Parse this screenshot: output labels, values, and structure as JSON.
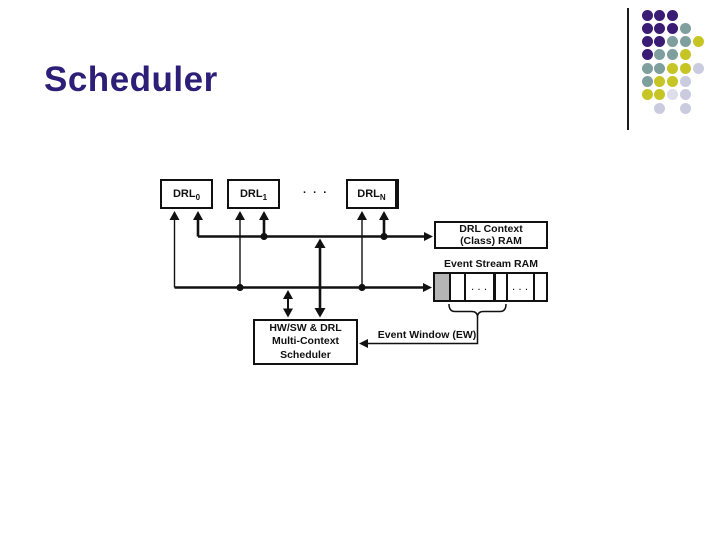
{
  "slide": {
    "title": "Scheduler",
    "title_color": "#2D1E78",
    "background": "#ffffff"
  },
  "decoration": {
    "line_color": "#1a1a1a",
    "colors": {
      "purple": "#3A1C75",
      "teal": "#7E9F9E",
      "yellow": "#C6C525",
      "lavender": "#CBCBE0",
      "lavender_light": "#DEDEEB"
    },
    "rows": [
      [
        "purple",
        "purple",
        "purple",
        null,
        null
      ],
      [
        "purple",
        "purple",
        "purple",
        "teal",
        null
      ],
      [
        "purple",
        "purple",
        "teal",
        "teal",
        "yellow"
      ],
      [
        "purple",
        "teal",
        "teal",
        "yellow",
        null
      ],
      [
        "teal",
        "teal",
        "yellow",
        "yellow",
        "lavender"
      ],
      [
        "teal",
        "yellow",
        "yellow",
        "lavender",
        null
      ],
      [
        "yellow",
        "yellow",
        "lavender_light",
        "lavender",
        null
      ],
      [
        null,
        "lavender",
        null,
        "lavender",
        null
      ]
    ]
  },
  "diagram": {
    "drl_blocks": [
      {
        "base": "DRL",
        "sub": "0"
      },
      {
        "base": "DRL",
        "sub": "1"
      },
      {
        "base": "DRL",
        "sub": "N"
      }
    ],
    "ellipsis": ". . .",
    "context_ram": {
      "line1": "DRL Context",
      "line2": "(Class) RAM"
    },
    "event_stream_ram": {
      "label": "Event Stream RAM",
      "cell_dots": ". . ."
    },
    "scheduler": {
      "line1": "HW/SW & DRL",
      "line2": "Multi-Context",
      "line3": "Scheduler"
    },
    "event_window_label": "Event Window (EW)"
  }
}
